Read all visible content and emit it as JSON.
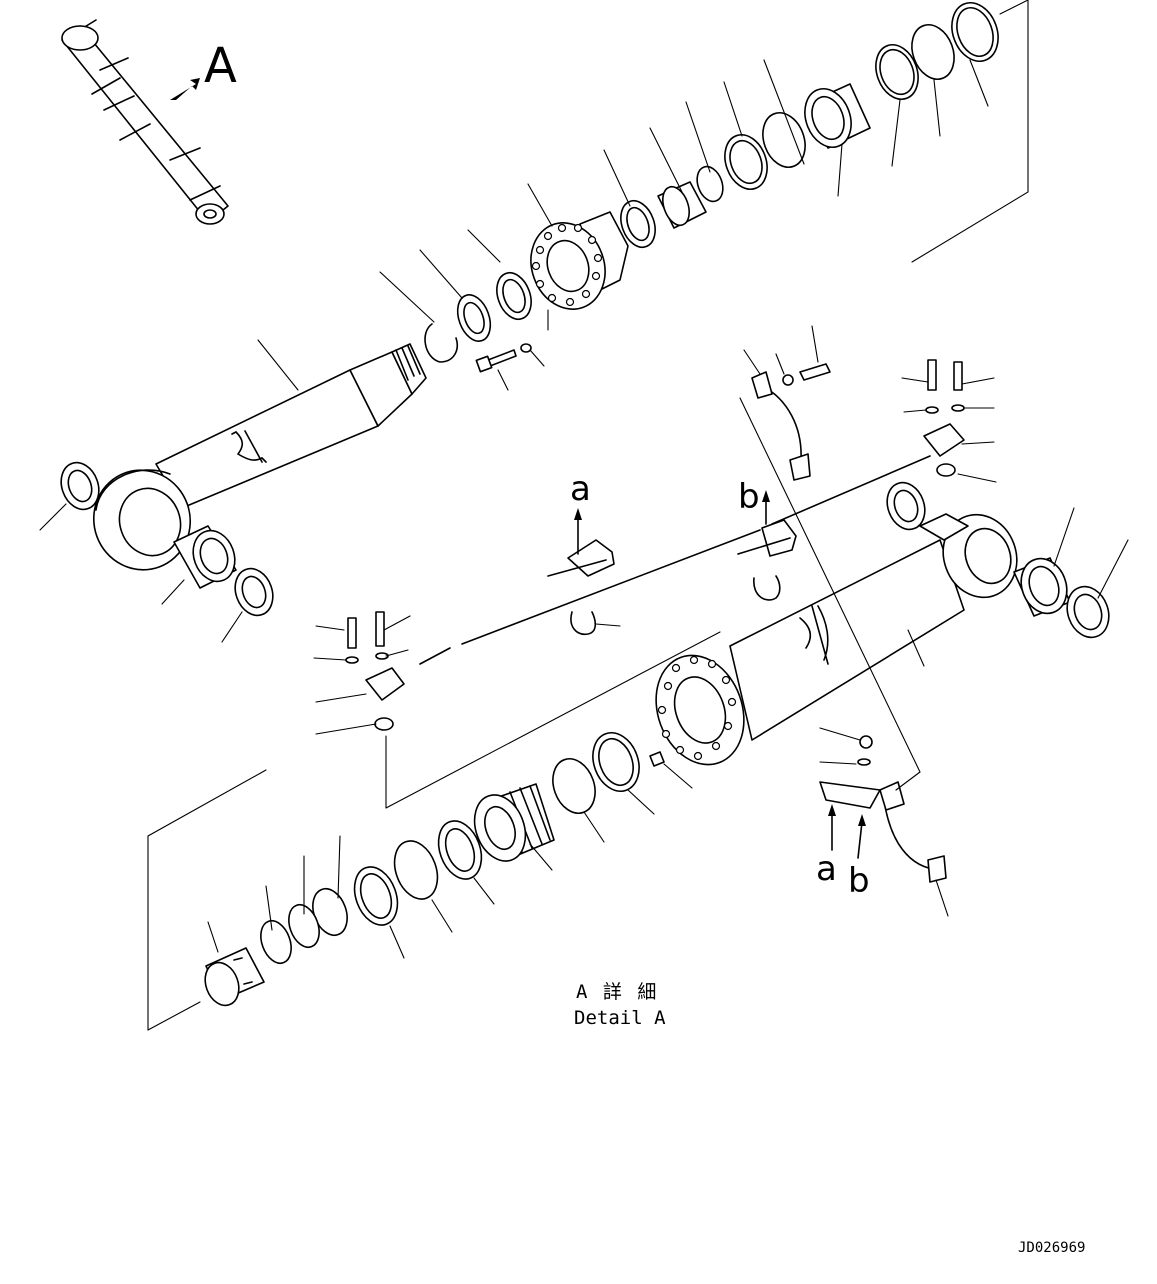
{
  "callouts": {
    "view_marker": "A",
    "ref_a_top": "a",
    "ref_b_top": "b",
    "ref_a_bottom": "a",
    "ref_b_bottom": "b"
  },
  "detail_caption": {
    "japanese": "A 詳 細",
    "english": "Detail A"
  },
  "drawing_number": "JD026969"
}
